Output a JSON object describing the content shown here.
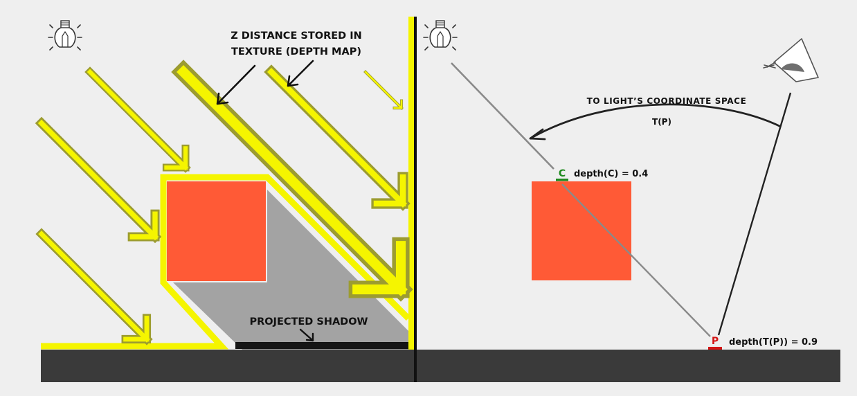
{
  "colors": {
    "background": "#efefef",
    "ground": "#3a3a3a",
    "ray": "#f5f500",
    "ray_outline": "#9c9c30",
    "object": "#ff5a36",
    "shadow": "#a3a3a3",
    "shadow_edge": "#151515",
    "divider": "#000000",
    "marker_c": "#1e8a1e",
    "marker_p": "#d41515"
  },
  "icons": {
    "light_left": "light-bulb-icon",
    "light_right": "light-bulb-icon",
    "camera": "eye-camera-icon"
  },
  "left_panel": {
    "depth_map_caption_line1": "Z DISTANCE STORED IN",
    "depth_map_caption_line2": "TEXTURE (DEPTH MAP)",
    "shadow_caption": "PROJECTED SHADOW"
  },
  "right_panel": {
    "transform_caption": "TO LIGHT’S COORDINATE SPACE",
    "transform_label": "T(P)",
    "point_c": {
      "marker": "C",
      "label": "depth(C) = 0.4",
      "depth": 0.4
    },
    "point_p": {
      "marker": "P",
      "label": "depth(T(P)) = 0.9",
      "depth": 0.9
    }
  }
}
